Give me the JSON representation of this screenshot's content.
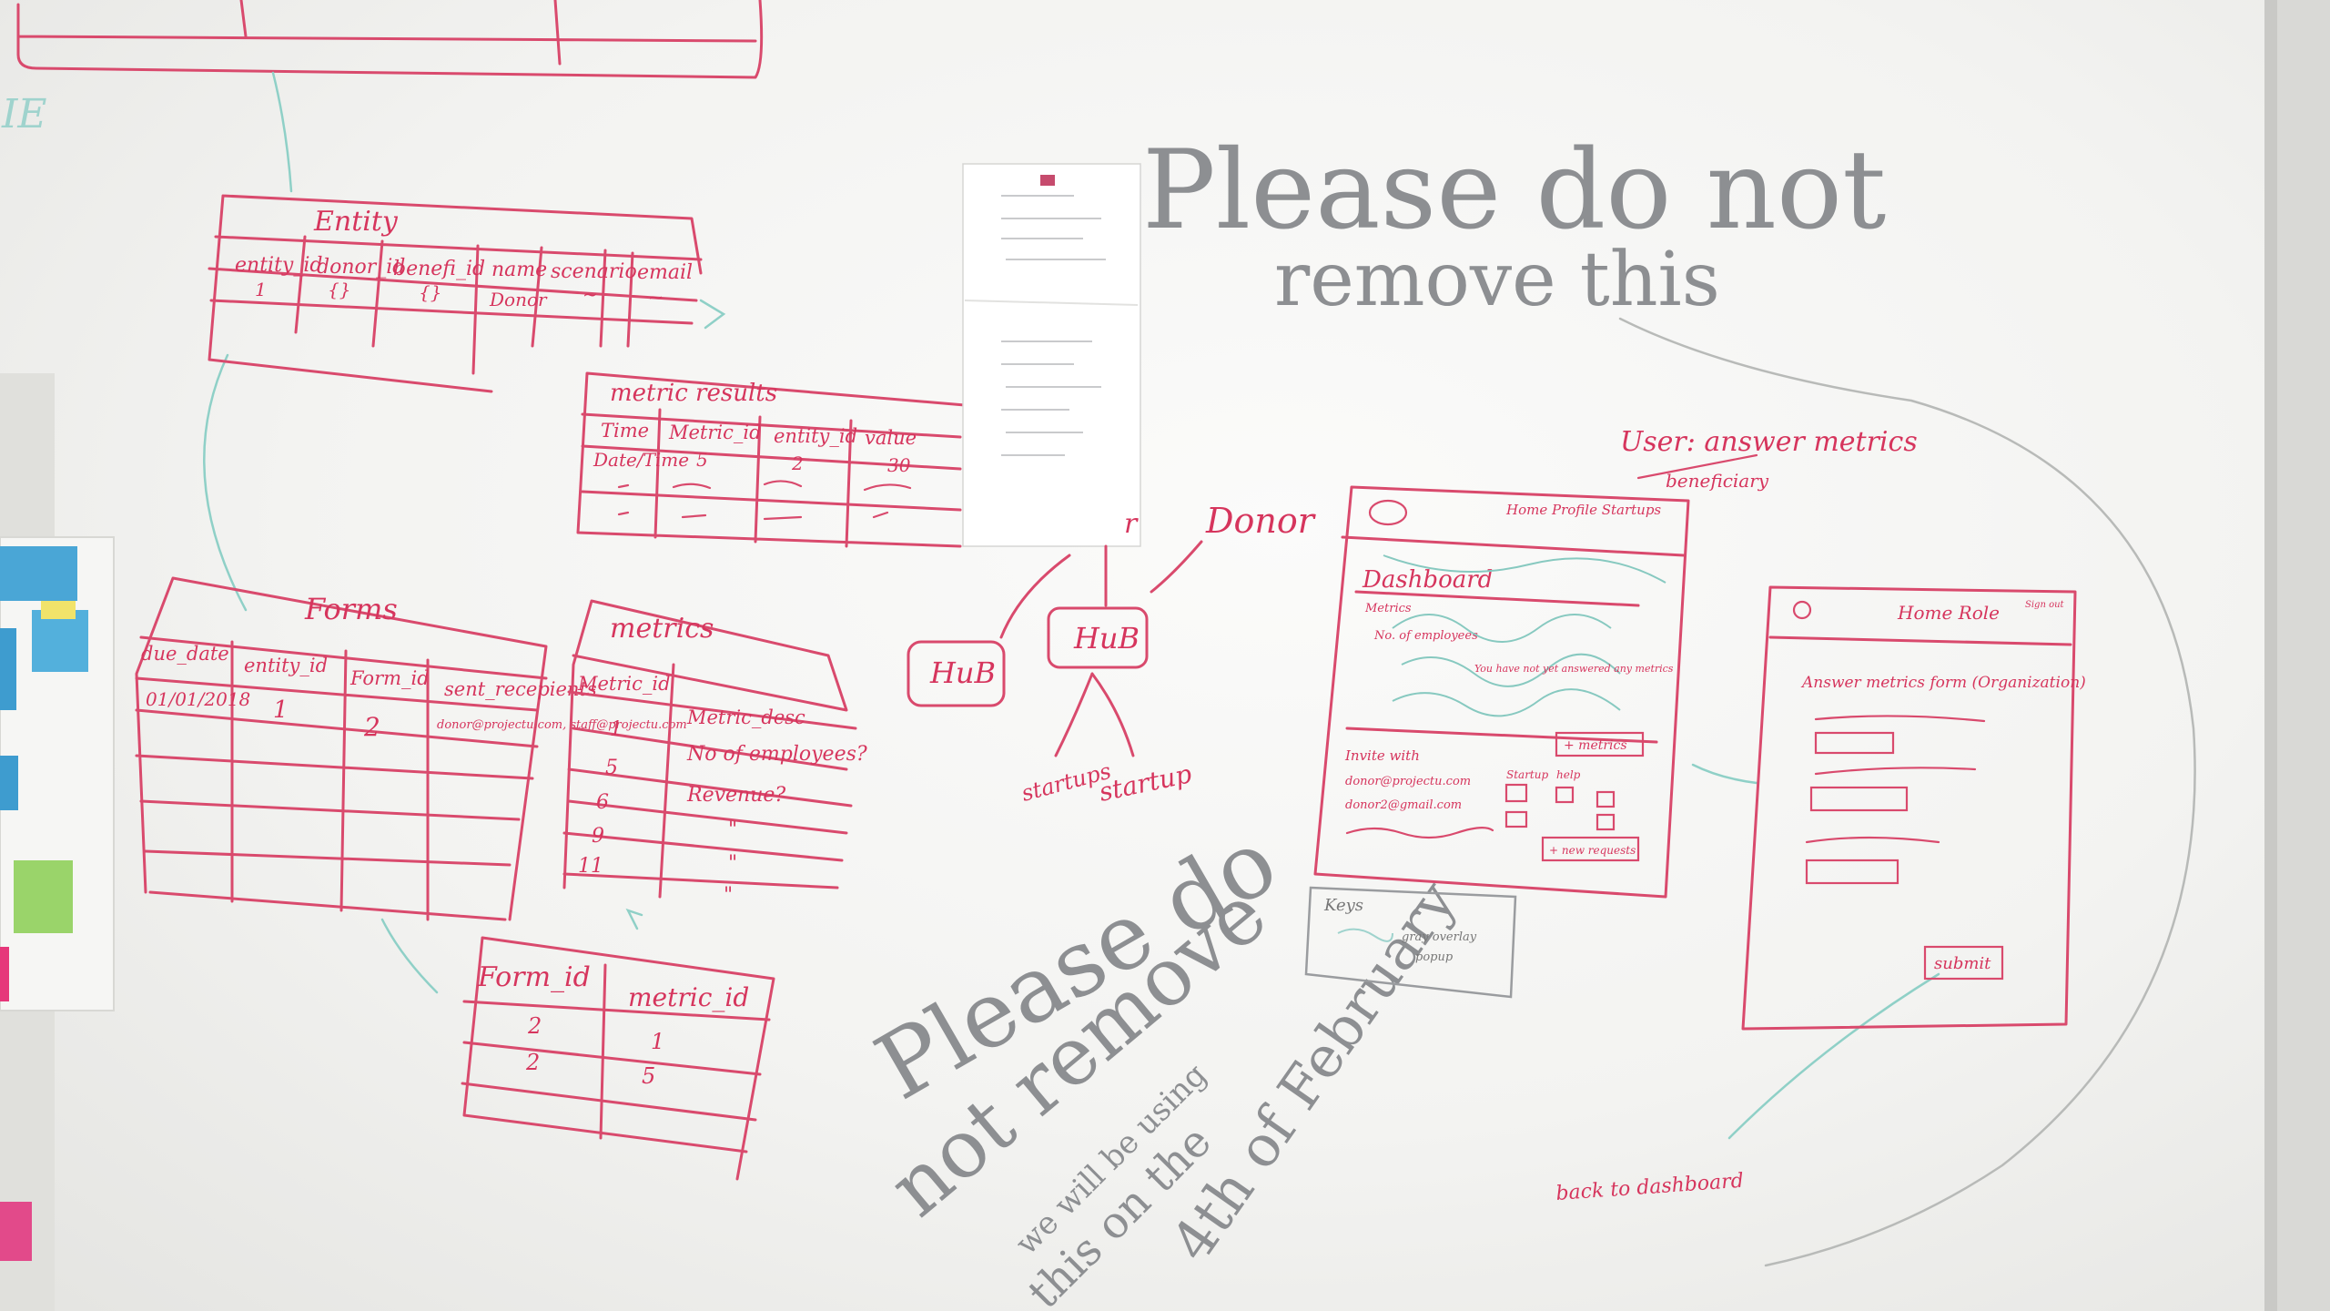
{
  "notice_top": {
    "line1": "Please do not",
    "line2": "remove this"
  },
  "notice_bottom": {
    "line1": "Please do",
    "line2": "not remove",
    "line3": "we will be using",
    "line4": "this on the",
    "line5": "4th of February"
  },
  "entity_table": {
    "title": "Entity",
    "headers": [
      "entity_id",
      "donor_id",
      "benefi_id",
      "name",
      "scenario",
      "email"
    ],
    "row1": [
      "1",
      "{}",
      "{}",
      "Donor",
      "~",
      "~"
    ]
  },
  "metric_results_table": {
    "title": "metric results",
    "headers": [
      "Time",
      "Metric_id",
      "entity_id",
      "value"
    ],
    "row1": [
      "Date/Time",
      "5",
      "2",
      "30"
    ]
  },
  "forms_table": {
    "title": "Forms",
    "headers": [
      "due_date",
      "entity_id",
      "Form_id",
      "sent_recepients"
    ],
    "row1": [
      "01/01/2018",
      "1",
      "2",
      "donor@projectu.com, staff@projectu.com"
    ]
  },
  "metrics_table": {
    "title": "metrics",
    "headers": [
      "Metric_id",
      "Metric_desc"
    ],
    "rows": [
      [
        "1",
        "No of employees?"
      ],
      [
        "5",
        "Revenue?"
      ],
      [
        "6",
        "\""
      ],
      [
        "9",
        "\""
      ],
      [
        "11",
        "\""
      ]
    ]
  },
  "form_metric_table": {
    "headers": [
      "Form_id",
      "metric_id"
    ],
    "rows": [
      [
        "2",
        "1"
      ],
      [
        "2",
        "5"
      ]
    ]
  },
  "hub_diagram": {
    "donor": "Donor",
    "hub_left": "HuB",
    "hub_center": "HuB",
    "startup_left": "startups",
    "startup_right": "startup",
    "partial": "r"
  },
  "dashboard_sketch": {
    "nav": "Home Profile Startups",
    "title": "Dashboard",
    "metrics_label": "Metrics",
    "metric_item": "No. of employees",
    "note": "You have not yet answered any metrics",
    "add_metrics_btn": "+ metrics",
    "invite_label": "Invite with",
    "emails": [
      "donor@projectu.com",
      "donor2@gmail.com"
    ],
    "col1": "Startup",
    "col2": "help",
    "new_request_btn": "+ new requests"
  },
  "user_caption": {
    "line1": "User: answer metrics",
    "line2": "beneficiary"
  },
  "answer_sketch": {
    "nav": "Home Role",
    "signout": "Sign out",
    "title": "Answer metrics form (Organization)",
    "submit": "submit"
  },
  "keys_box": {
    "title": "Keys",
    "item1": "gray overlay",
    "item2": "popup"
  },
  "back_label": "back to dashboard"
}
